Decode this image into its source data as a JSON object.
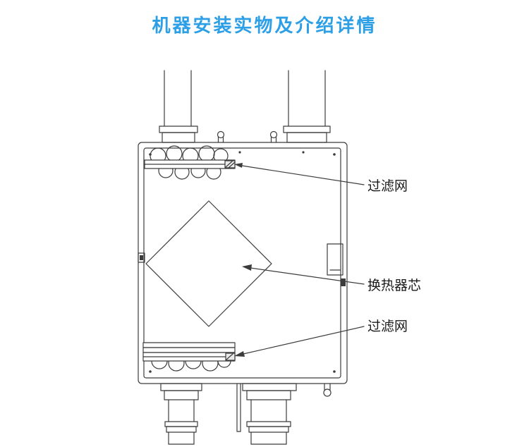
{
  "page": {
    "title": "机器安装实物及介绍详情"
  },
  "diagram": {
    "description": "Technical line drawing of a heat-recovery ventilation unit: cabinet with two top ducts, two bottom ducts, top filter, diamond heat-exchanger core, bottom filter",
    "labels": [
      {
        "id": "filter-top",
        "text": "过滤网"
      },
      {
        "id": "heat-exchanger-core",
        "text": "换热器芯"
      },
      {
        "id": "filter-bottom",
        "text": "过滤网"
      }
    ]
  },
  "colors": {
    "title": "#2d9fe6",
    "line": "#3c3c3c",
    "background": "#ffffff"
  }
}
